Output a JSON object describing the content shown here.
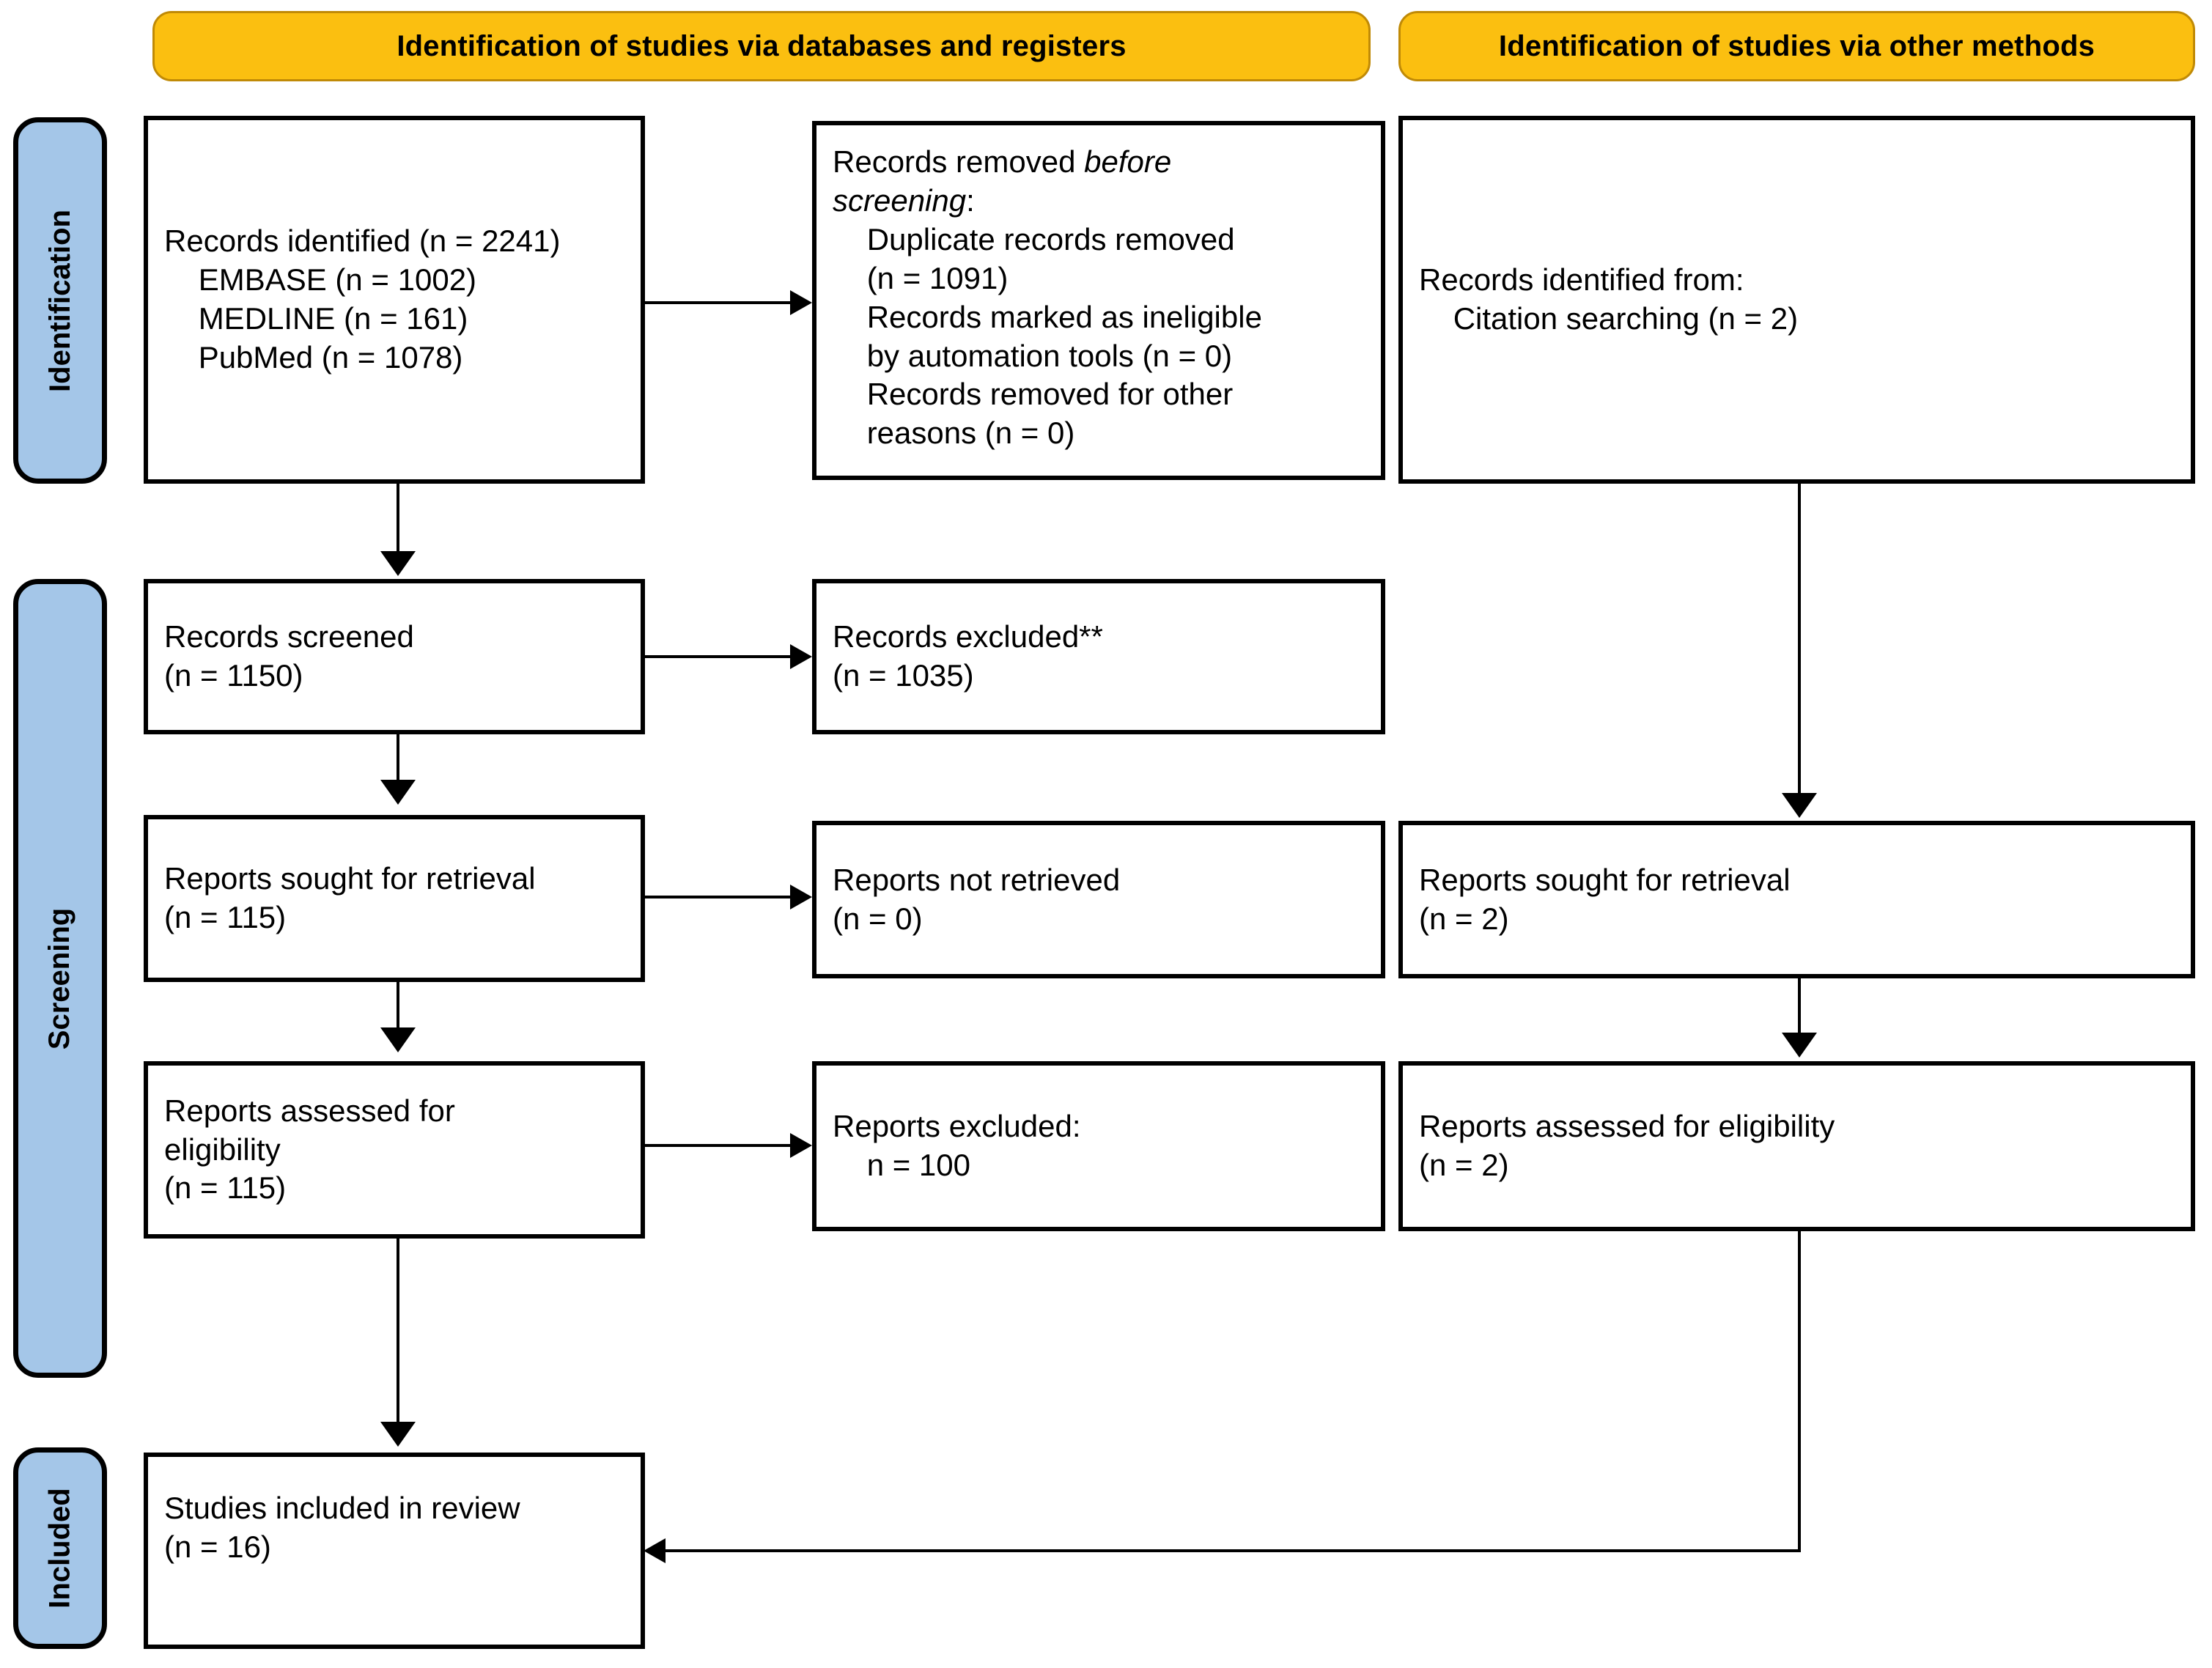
{
  "diagram": {
    "title": "PRISMA 2020 flow diagram",
    "colors": {
      "header_fill": "#FBBF10",
      "header_border": "#C08A06",
      "stage_fill": "#A4C6E8",
      "stage_border": "#000000",
      "box_border": "#000000",
      "box_fill": "#FFFFFF"
    }
  },
  "headers": {
    "databases": "Identification of studies via databases and registers",
    "other": "Identification of studies via other methods"
  },
  "stages": {
    "identification": "Identification",
    "screening": "Screening",
    "included": "Included"
  },
  "boxes": {
    "records_identified": "Records identified (n = 2241)\n    EMBASE (n = 1002)\n    MEDLINE (n = 161)\n    PubMed (n = 1078)",
    "records_removed_title": "Records removed ",
    "records_removed_before_italic": "before",
    "records_removed_screening_italic": "screening",
    "records_removed_rest": ":\n    Duplicate records removed\n    (n = 1091)\n    Records marked as ineligible\n    by automation tools (n = 0)\n    Records removed for other\n    reasons (n = 0)",
    "records_identified_other": "Records identified from:\n    Citation searching (n = 2)",
    "records_screened": "Records screened\n(n = 1150)",
    "records_excluded": "Records excluded**\n(n = 1035)",
    "reports_sought": "Reports sought for retrieval\n(n = 115)",
    "reports_not_retrieved": "Reports not retrieved\n(n = 0)",
    "reports_sought_other": "Reports sought for retrieval\n(n = 2)",
    "reports_assessed": "Reports assessed for\neligibility\n(n = 115)",
    "reports_excluded": "Reports excluded:\n    n = 100",
    "reports_assessed_other": "Reports assessed for eligibility\n(n = 2)",
    "studies_included": "Studies included in review\n(n = 16)"
  }
}
